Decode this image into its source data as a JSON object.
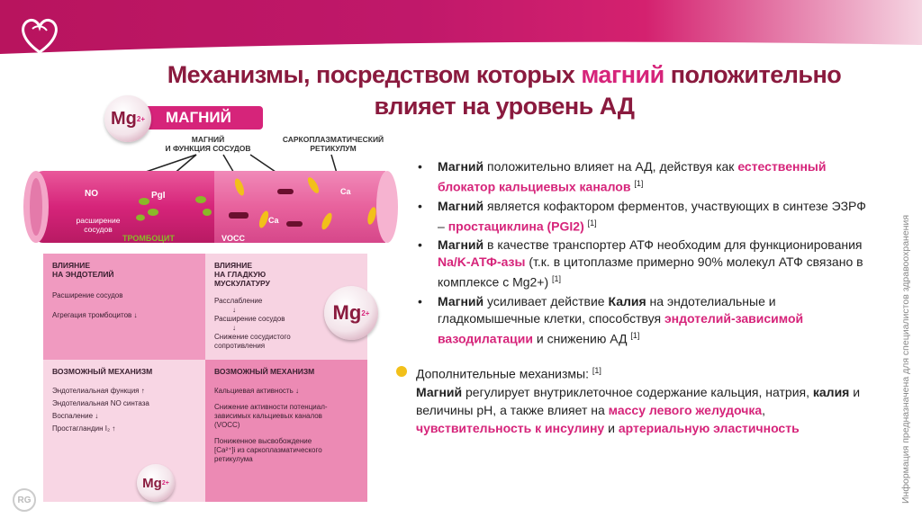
{
  "title": {
    "part1": "Механизмы, посредством которых ",
    "highlight": "магний",
    "part2": " положительно влияет на уровень АД"
  },
  "diagram": {
    "mg_symbol": "Mg",
    "mg_charge": "2+",
    "mg_label": "МАГНИЙ",
    "caption_vessels": "МАГНИЙ\nИ ФУНКЦИЯ СОСУДОВ",
    "caption_reticulum": "САРКОПЛАЗМАТИЧЕСКИЙ\nРЕТИКУЛУМ",
    "vessel_no": "NO",
    "vessel_dilation": "расширение\nсосудов",
    "vessel_pgi": "PgI",
    "vessel_thrombocyte": "ТРОМБОЦИТ",
    "vessel_vocc": "VOCC",
    "vessel_ca1": "Ca",
    "vessel_ca2": "Ca",
    "cell1_head": "ВЛИЯНИЕ\nНА ЭНДОТЕЛИЙ",
    "cell1_lines": [
      "Расширение сосудов",
      "Агрегация тромбоцитов ↓"
    ],
    "cell2_head": "ВЛИЯНИЕ\nНА ГЛАДКУЮ МУСКУЛАТУРУ",
    "cell2_lines": [
      "Расслабление",
      "↓",
      "Расширение сосудов",
      "↓",
      "Снижение сосудистого сопротивления"
    ],
    "cell3_head": "ВОЗМОЖНЫЙ МЕХАНИЗМ",
    "cell3_lines": [
      "Эндотелиальная функция ↑",
      "Эндотелиальная NO синтаза",
      "Воспаление ↓",
      "Простагландин I₂ ↑"
    ],
    "cell4_head": "ВОЗМОЖНЫЙ МЕХАНИЗМ",
    "cell4_lines": [
      "Кальциевая активность ↓",
      "Снижение активности потенциал-зависимых кальциевых каналов (VOCC)",
      "Пониженное высвобождение [Ca²⁺]i из саркоплазматического ретикулума"
    ]
  },
  "bullets": [
    {
      "b": "Магний",
      "t1": " положительно влияет на АД, действуя как ",
      "pk": "естественный блокатор кальциевых каналов",
      "t2": " ",
      "ref": "[1]"
    },
    {
      "b": "Магний",
      "t1": " является кофактором ферментов, участвующих в синтезе ЭЗРФ – ",
      "pk": "простациклина (PGI2)",
      "t2": " ",
      "ref": "[1]"
    },
    {
      "b": "Магний",
      "t1": " в качестве транспортер АТФ необходим для функционирования ",
      "pk": "Na/K-АТФ-азы",
      "t2": " (т.к. в цитоплазме примерно 90% молекул АТФ связано в комплексе с Mg2+) ",
      "ref": "[1]"
    },
    {
      "b": "Магний",
      "t1": " усиливает действие ",
      "b2": "Калия",
      "t1b": " на эндотелиальные и гладкомышечные клетки, способствуя ",
      "pk": "эндотелий-зависимой вазодилатации",
      "t2": " и снижению АД ",
      "ref": "[1]"
    }
  ],
  "extra": {
    "heading": "Дополнительные механизмы: ",
    "ref": "[1]",
    "b1": "Магний",
    "t1": " регулирует внутриклеточное содержание кальция, натрия, ",
    "b2": "калия",
    "t2": " и величины pH, а также влияет на ",
    "pk1": "массу левого желудочка",
    "t3": ", ",
    "pk2": "чувствительность к инсулину",
    "t4": " и ",
    "pk3": "артериальную эластичность"
  },
  "side_note": "Информация предназначена для специалистов здравоохранения",
  "rg_logo": "RG",
  "colors": {
    "primary": "#d6247a",
    "dark": "#8a1a3e",
    "bullet_dot": "#f2c01a"
  }
}
